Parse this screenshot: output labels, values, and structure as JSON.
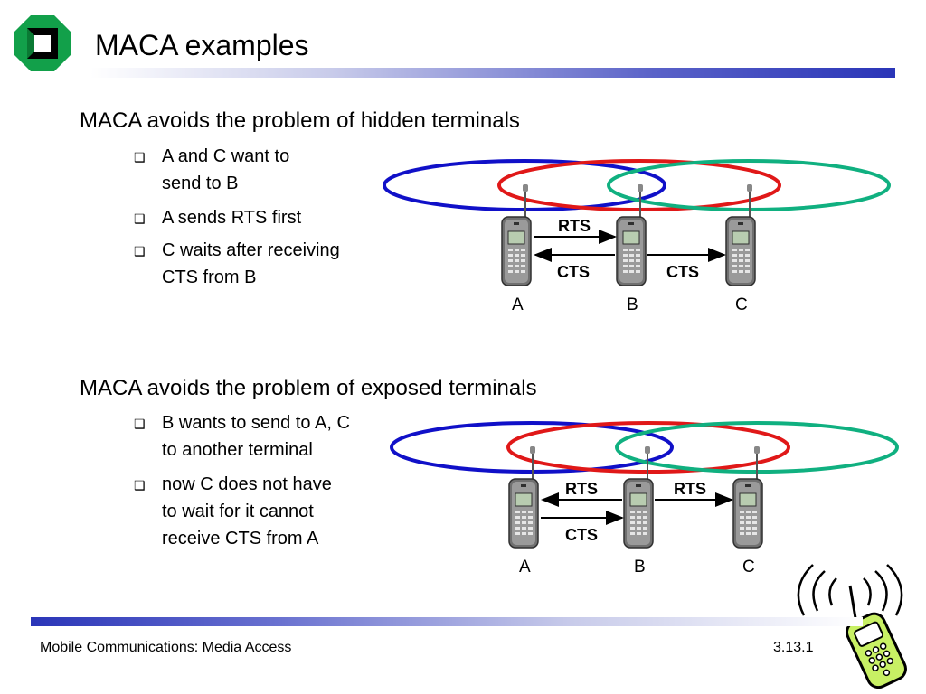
{
  "slide": {
    "title": "MACA examples",
    "footer_left": "Mobile Communications: Media Access",
    "footer_right": "3.13.1"
  },
  "section1": {
    "heading": "MACA avoids the problem of hidden terminals",
    "bullets": [
      "A and C want to",
      "send to B",
      "A sends RTS first",
      "C waits after receiving",
      "CTS from B"
    ],
    "diagram": {
      "labels": [
        "A",
        "B",
        "C"
      ],
      "msg_rts": "RTS",
      "msg_cts_left": "CTS",
      "msg_cts_right": "CTS"
    }
  },
  "section2": {
    "heading": "MACA avoids the problem of exposed terminals",
    "bullets": [
      "B wants to send to A, C",
      "to another terminal",
      "now C does not have",
      "to wait for it cannot",
      "receive CTS from A"
    ],
    "diagram": {
      "labels": [
        "A",
        "B",
        "C"
      ],
      "msg_rts_left": "RTS",
      "msg_rts_right": "RTS",
      "msg_cts": "CTS"
    }
  },
  "colors": {
    "range_a": "#1010c8",
    "range_b": "#e01818",
    "range_c": "#10b080",
    "logo": "#12a04a"
  },
  "icons": [
    "university-logo-icon",
    "mobile-phone-icon",
    "phone-clipart-icon",
    "checkbox-bullet-icon"
  ]
}
